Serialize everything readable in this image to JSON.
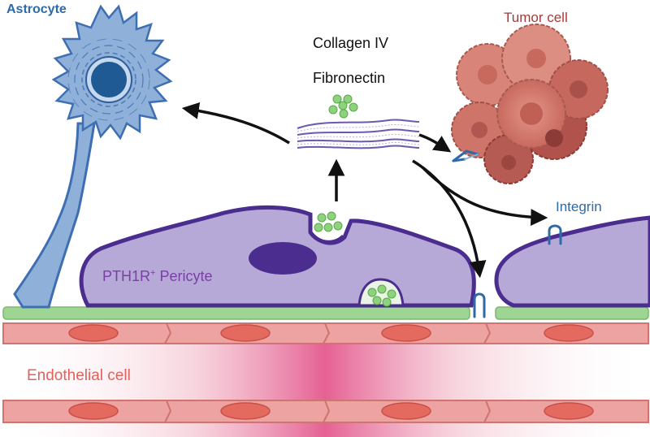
{
  "labels": {
    "astrocyte": "Astrocyte",
    "tumor_cell": "Tumor cell",
    "integrin": "Integrin",
    "collagen": "Collagen IV",
    "fibronectin": "Fibronectin",
    "pericyte_main": "PTH1R",
    "pericyte_sup": "+",
    "pericyte_rest": " Pericyte",
    "endothelial": "Endothelial cell"
  },
  "colors": {
    "astrocyte": "#2e6aa6",
    "tumor": "#a63a3a",
    "integrin": "#2e6aa6",
    "pericyte": "#7a3fa6",
    "endothelial": "#e0625e",
    "text": "#111111",
    "pericyte_fill": "#b7a9d7",
    "pericyte_stroke": "#4b2c8f",
    "membrane": "#9fd592",
    "vesicle": "#7cc46e"
  }
}
